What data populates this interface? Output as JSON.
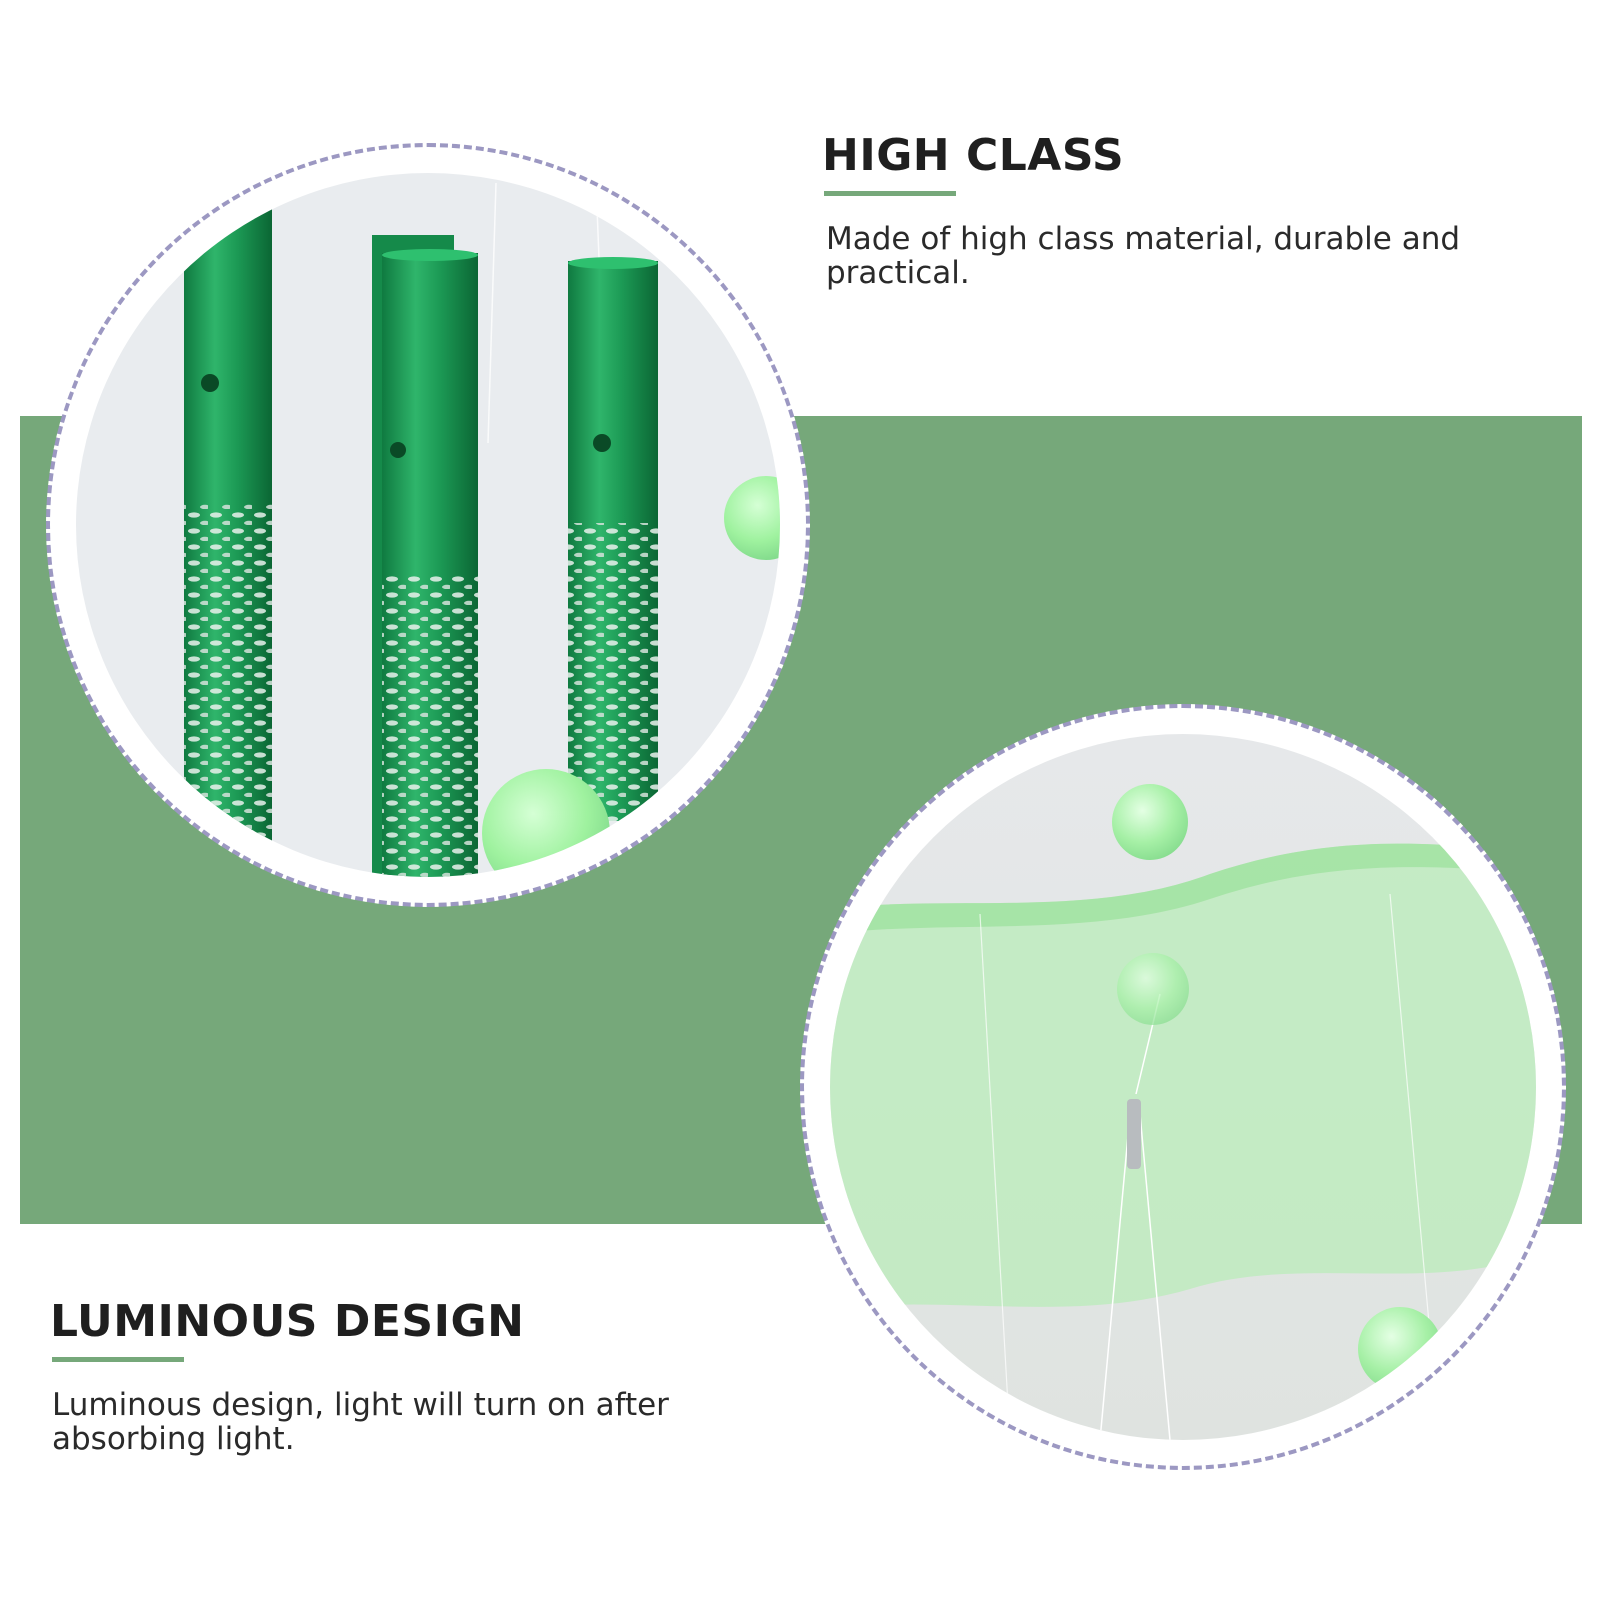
{
  "sections": [
    {
      "title": "HIGH CLASS",
      "description": "Made of high class material, durable and practical."
    },
    {
      "title": "LUMINOUS DESIGN",
      "description": "Luminous design, light will turn on after absorbing light."
    }
  ],
  "colors": {
    "accent_green": "#76a87a",
    "dashed_ring": "#9c98c2",
    "tube_green": "#1f9a57",
    "glow_green": "#a6f0a6"
  }
}
